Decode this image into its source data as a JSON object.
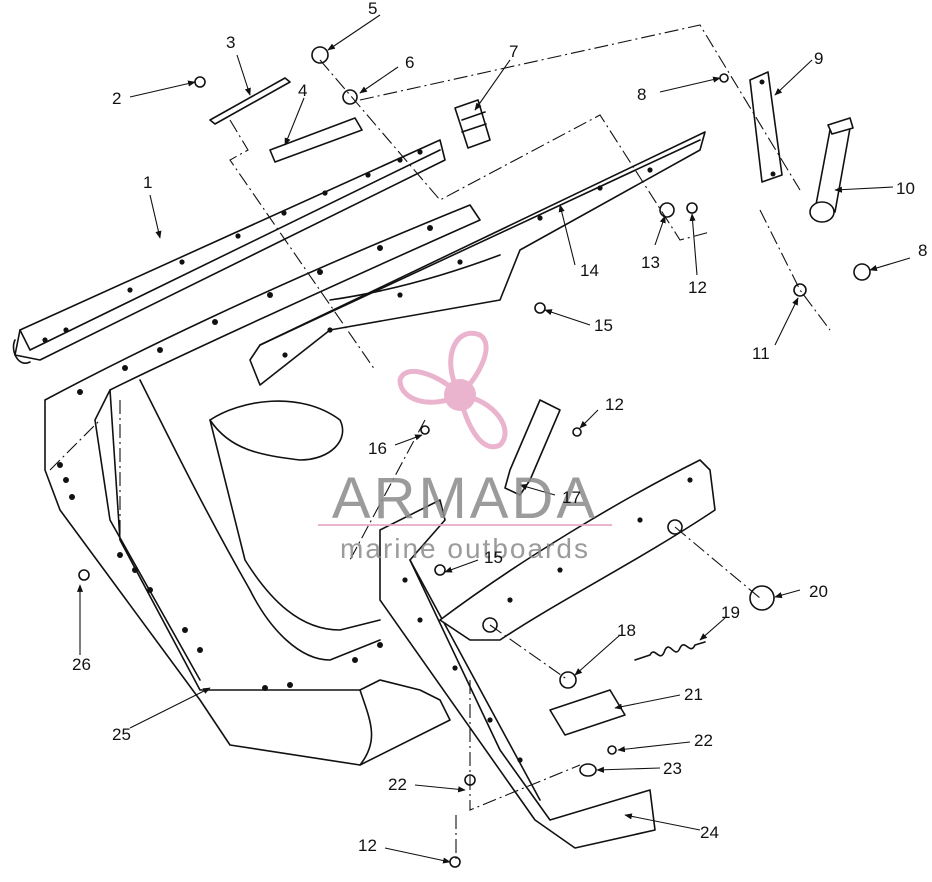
{
  "diagram": {
    "callouts": [
      {
        "id": "c1",
        "label": "1"
      },
      {
        "id": "c2",
        "label": "2"
      },
      {
        "id": "c3",
        "label": "3"
      },
      {
        "id": "c4",
        "label": "4"
      },
      {
        "id": "c5",
        "label": "5"
      },
      {
        "id": "c6",
        "label": "6"
      },
      {
        "id": "c7",
        "label": "7"
      },
      {
        "id": "c8a",
        "label": "8"
      },
      {
        "id": "c8b",
        "label": "8"
      },
      {
        "id": "c9",
        "label": "9"
      },
      {
        "id": "c10",
        "label": "10"
      },
      {
        "id": "c11",
        "label": "11"
      },
      {
        "id": "c12a",
        "label": "12"
      },
      {
        "id": "c12b",
        "label": "12"
      },
      {
        "id": "c12c",
        "label": "12"
      },
      {
        "id": "c13",
        "label": "13"
      },
      {
        "id": "c14",
        "label": "14"
      },
      {
        "id": "c15a",
        "label": "15"
      },
      {
        "id": "c15b",
        "label": "15"
      },
      {
        "id": "c16",
        "label": "16"
      },
      {
        "id": "c17",
        "label": "17"
      },
      {
        "id": "c18",
        "label": "18"
      },
      {
        "id": "c19",
        "label": "19"
      },
      {
        "id": "c20",
        "label": "20"
      },
      {
        "id": "c21",
        "label": "21"
      },
      {
        "id": "c22a",
        "label": "22"
      },
      {
        "id": "c22b",
        "label": "22"
      },
      {
        "id": "c23",
        "label": "23"
      },
      {
        "id": "c24",
        "label": "24"
      },
      {
        "id": "c25",
        "label": "25"
      },
      {
        "id": "c26",
        "label": "26"
      }
    ]
  },
  "watermark": {
    "brand": "ARMADA",
    "tagline": "marine outboards",
    "accent_color": "#e7a6c6",
    "text_color": "#8a8a8a"
  }
}
